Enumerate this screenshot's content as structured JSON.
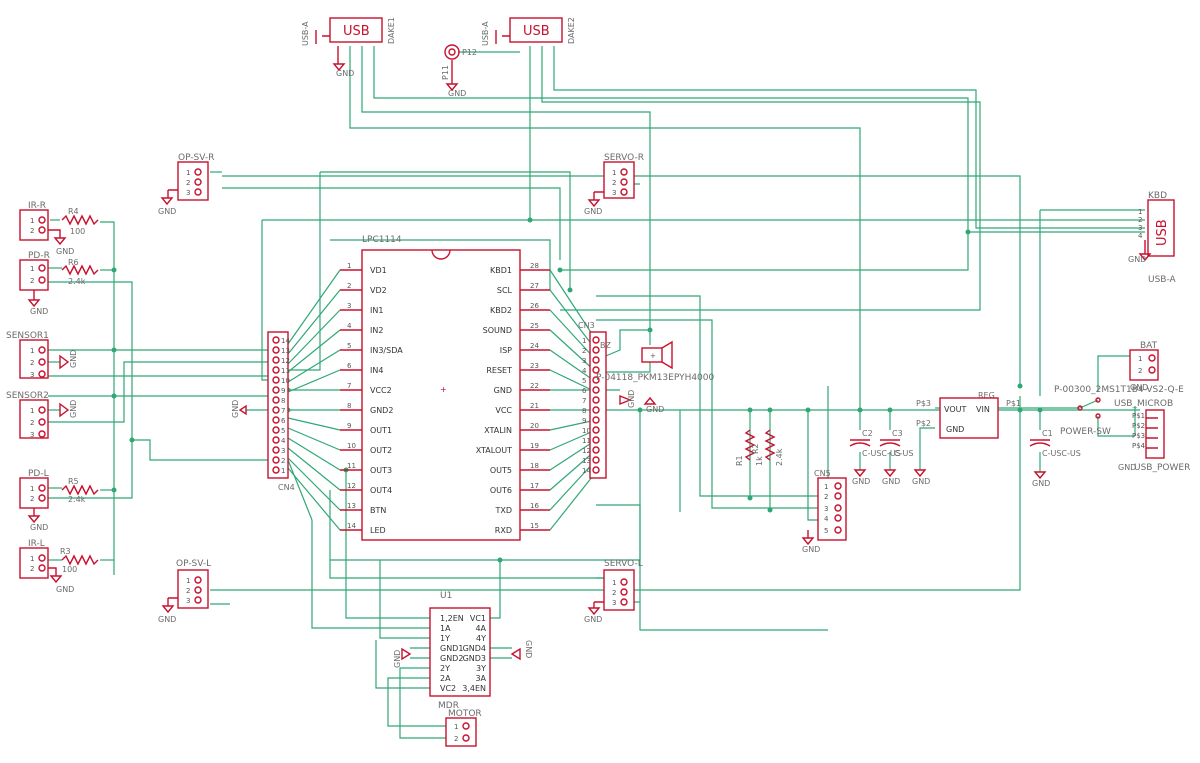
{
  "labels": {
    "usb1_name": "DAKE1",
    "usb1_type": "USB-A",
    "usb1_text": "USB",
    "usb2_name": "DAKE2",
    "usb2_type": "USB-A",
    "usb2_text": "USB",
    "p12": "P12",
    "p11": "P11",
    "op_sv_r": "OP-SV-R",
    "op_sv_l": "OP-SV-L",
    "servo_r": "SERVO-R",
    "servo_l": "SERVO-L",
    "ir_r": "IR-R",
    "ir_l": "IR-L",
    "pd_r": "PD-R",
    "pd_l": "PD-L",
    "sensor1": "SENSOR1",
    "sensor2": "SENSOR2",
    "r4": "R4",
    "r4v": "100",
    "r6": "R6",
    "r6v": "2.4k",
    "r5": "R5",
    "r5v": "2.4k",
    "r3": "R3",
    "r3v": "100",
    "r1": "R1",
    "r1v": "1k",
    "r2": "R2",
    "r2v": "2.4k",
    "ic_name": "LPC1114",
    "cn4": "CN4",
    "cn3": "CN3",
    "cn5": "CN5",
    "bz": "BZ",
    "buzzer_part": "P-04118_PKM13EPYH4000",
    "reg": "REG",
    "reg_vout": "VOUT",
    "reg_vin": "VIN",
    "reg_gnd": "GND",
    "reg_p3": "P$3",
    "reg_p2": "P$2",
    "reg_p1": "P$1",
    "c1": "C1",
    "c2": "C2",
    "c3": "C3",
    "c1v": "C-USC-US",
    "c2v": "C-USC-US",
    "c3v": "C-US",
    "bat": "BAT",
    "switch_part": "P-00300_2MS1T1B4-VS2-Q-E",
    "power_sw": "POWER-SW",
    "usb_microb": "USB_MICROB",
    "usb_power": "USB_POWER",
    "usbp_p1": "P$1",
    "usbp_p2": "P$2",
    "usbp_p3": "P$3",
    "usbp_p4": "P$4",
    "kbd": "KBD",
    "kbd_type": "USB-A",
    "kbd_text": "USB",
    "u1": "U1",
    "mdr": "MDR",
    "motor": "MOTOR",
    "gnd": "GND"
  },
  "ic_left_pins": [
    {
      "num": "1",
      "name": "VD1"
    },
    {
      "num": "2",
      "name": "VD2"
    },
    {
      "num": "3",
      "name": "IN1"
    },
    {
      "num": "4",
      "name": "IN2"
    },
    {
      "num": "5",
      "name": "IN3/SDA"
    },
    {
      "num": "6",
      "name": "IN4"
    },
    {
      "num": "7",
      "name": "VCC2"
    },
    {
      "num": "8",
      "name": "GND2"
    },
    {
      "num": "9",
      "name": "OUT1"
    },
    {
      "num": "10",
      "name": "OUT2"
    },
    {
      "num": "11",
      "name": "OUT3"
    },
    {
      "num": "12",
      "name": "OUT4"
    },
    {
      "num": "13",
      "name": "BTN"
    },
    {
      "num": "14",
      "name": "LED"
    }
  ],
  "ic_right_pins": [
    {
      "num": "28",
      "name": "KBD1"
    },
    {
      "num": "27",
      "name": "SCL"
    },
    {
      "num": "26",
      "name": "KBD2"
    },
    {
      "num": "25",
      "name": "SOUND"
    },
    {
      "num": "24",
      "name": "ISP"
    },
    {
      "num": "23",
      "name": "RESET"
    },
    {
      "num": "22",
      "name": "GND"
    },
    {
      "num": "21",
      "name": "VCC"
    },
    {
      "num": "20",
      "name": "XTALIN"
    },
    {
      "num": "19",
      "name": "XTALOUT"
    },
    {
      "num": "18",
      "name": "OUT5"
    },
    {
      "num": "17",
      "name": "OUT6"
    },
    {
      "num": "16",
      "name": "TXD"
    },
    {
      "num": "15",
      "name": "RXD"
    }
  ],
  "u1_left_pins": [
    "1,2EN",
    "1A",
    "1Y",
    "GND1",
    "GND2",
    "2Y",
    "2A",
    "VC2"
  ],
  "u1_right_pins": [
    "VC1",
    "4A",
    "4Y",
    "GND4",
    "GND3",
    "3Y",
    "3A",
    "3,4EN"
  ],
  "cn4_pins": [
    "14",
    "13",
    "12",
    "11",
    "10",
    "9",
    "8",
    "7",
    "6",
    "5",
    "4",
    "3",
    "2",
    "1"
  ],
  "cn3_pins": [
    "1",
    "2",
    "3",
    "4",
    "5",
    "6",
    "7",
    "8",
    "9",
    "10",
    "11",
    "12",
    "13",
    "14"
  ]
}
